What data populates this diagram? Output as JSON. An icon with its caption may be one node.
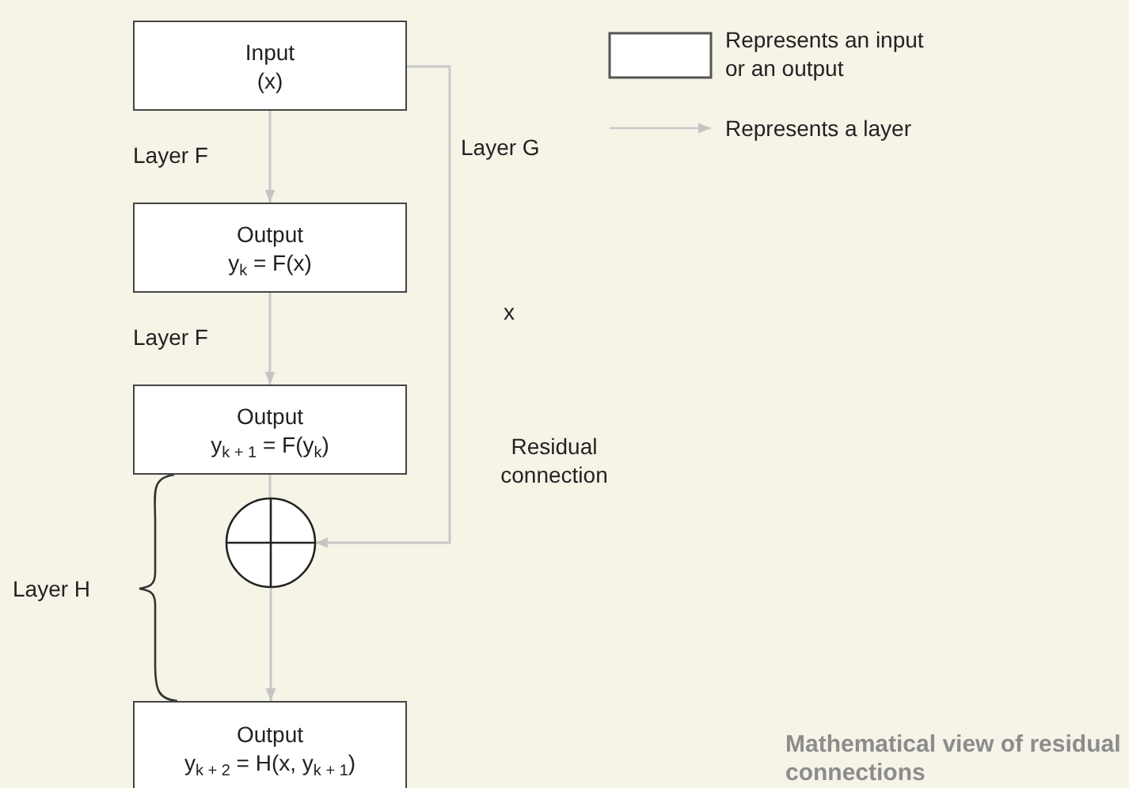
{
  "diagram": {
    "caption": "Mathematical view of residual connections",
    "nodes": [
      {
        "text": [
          "Input",
          "(x)"
        ]
      },
      {
        "text": [
          "Output",
          "y$_{k}$ = F(x)"
        ]
      },
      {
        "text": [
          "Output",
          "y$_{k + 1}$ = F(y$_{k}$)"
        ]
      },
      {
        "text": [],
        "shape": "circle"
      },
      {
        "text": [
          "Output",
          "y$_{k + 2}$ = H(x, y$_{k + 1}$)"
        ]
      }
    ],
    "edges": [
      {
        "from": 0,
        "to": 1,
        "arrow": "to",
        "label": "Layer F"
      },
      {
        "from": 1,
        "to": 2,
        "arrow": "to",
        "label": "Layer F"
      },
      {
        "from": 2,
        "to": 3,
        "arrow": "none"
      },
      {
        "from": 3,
        "to": 4,
        "arrow": "to"
      },
      {
        "from": 0,
        "to": 3,
        "arrow": "to",
        "label": "Layer G"
      }
    ],
    "labels": [
      "x",
      "Residual connection",
      "Layer H"
    ],
    "legend": [
      {
        "text": "Represents an input or an output"
      },
      {
        "text": "Represents a layer"
      }
    ]
  }
}
